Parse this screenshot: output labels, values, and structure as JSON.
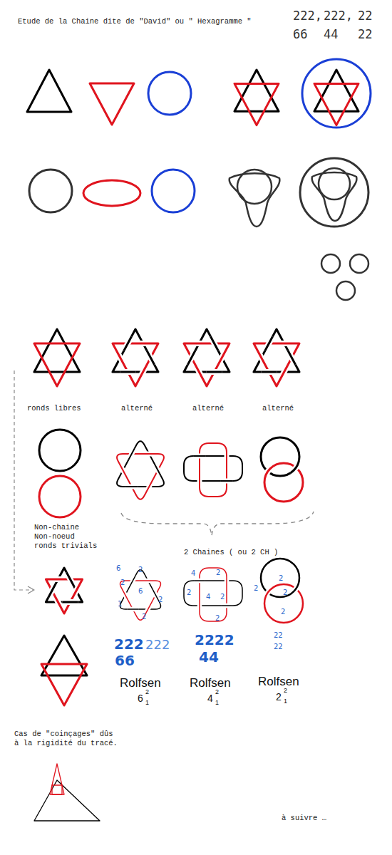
{
  "diagram": {
    "title": "Etude de la Chaine  dite de \"David\" ou \" Hexagramme \"",
    "labels": [
      "222,",
      "222,",
      "22",
      "66",
      "44",
      "22",
      "ronds libres",
      "alterné",
      "alterné",
      "alterné",
      "Non-chaine Non-noeud ronds trivials",
      "2 Chaines ( ou 2 CH )",
      "6",
      "2",
      "2",
      "6",
      "1",
      "2",
      "2",
      "4",
      "2",
      "2",
      "4",
      "2",
      "2",
      "2",
      "2",
      "2",
      "2",
      "222",
      "222",
      "66",
      "2222",
      "44",
      "22",
      "22",
      "Rolfsen",
      "6",
      "2",
      "1",
      "Rolfsen",
      "4",
      "2",
      "1",
      "Rolfsen",
      "2",
      "2",
      "1",
      "Cas de \"coinçages\" dûs à la rigidité du tracé.",
      "à suivre …"
    ]
  }
}
